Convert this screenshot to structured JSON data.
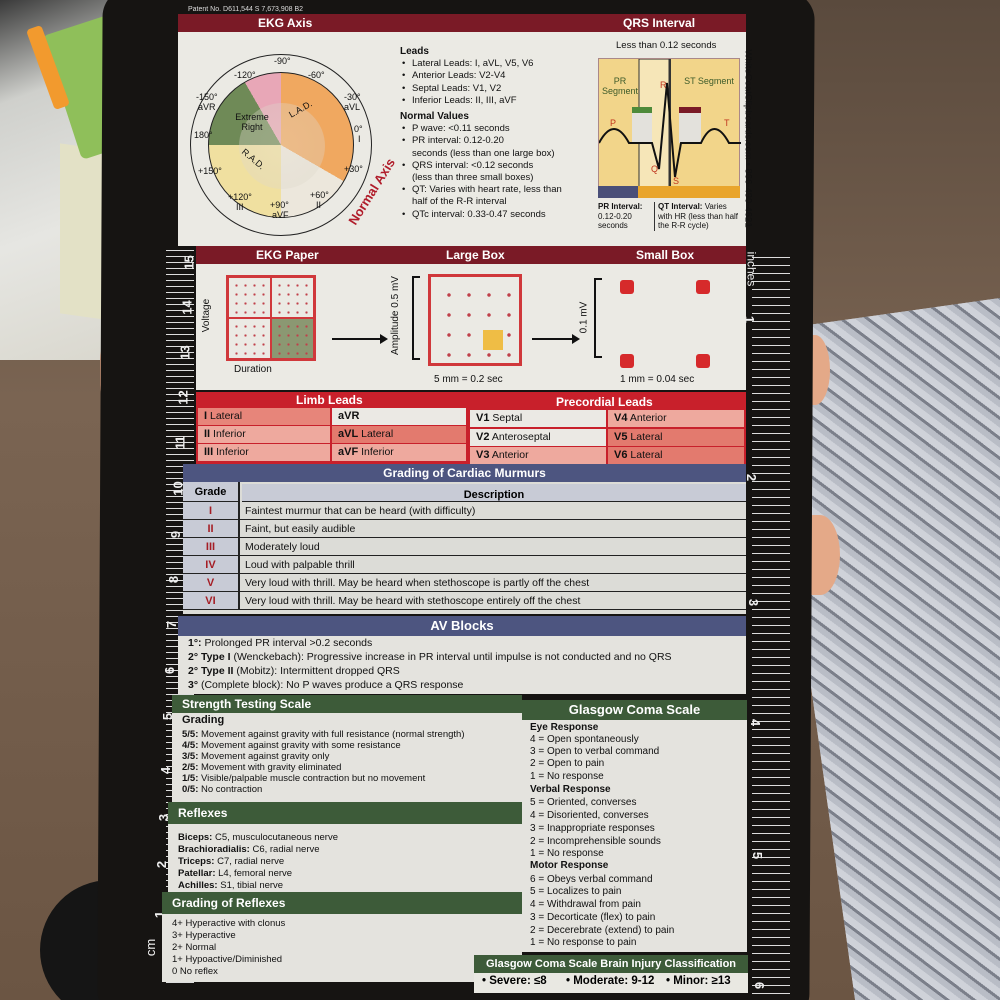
{
  "card": {
    "patent": "Patent No. D611,544 S 7,673,908 B2",
    "site_vertical": "WhiteCoatClipboards.com • 866-490-4621"
  },
  "ruler_left": {
    "unit": "cm",
    "labels": [
      "15",
      "14",
      "13",
      "12",
      "11",
      "10",
      "9",
      "8",
      "7",
      "6",
      "5",
      "4",
      "3",
      "2",
      "1"
    ]
  },
  "ruler_right": {
    "unit": "inches",
    "labels": [
      "1",
      "2",
      "3",
      "4",
      "5",
      "6"
    ]
  },
  "ekg_axis": {
    "title": "EKG Axis",
    "degrees": [
      {
        "label": "-90°"
      },
      {
        "label": "-120°"
      },
      {
        "label": "-60°"
      },
      {
        "label": "-150°",
        "lead": "aVR"
      },
      {
        "label": "-30°",
        "lead": "aVL"
      },
      {
        "label": "180°"
      },
      {
        "label": "0°",
        "lead": "I"
      },
      {
        "label": "+150°"
      },
      {
        "label": "+30°"
      },
      {
        "label": "+120°",
        "lead": "III"
      },
      {
        "label": "+60°",
        "lead": "II"
      },
      {
        "label": "+90°",
        "lead": "aVF"
      }
    ],
    "regions": [
      "Extreme Right",
      "L.A.D.",
      "R.A.D."
    ],
    "normal_axis_label": "Normal Axis",
    "colors": {
      "extreme_right": "#6f8a57",
      "lad": "#e8a7b7",
      "rad": "#f0e0a0",
      "normal": "#f0a860"
    },
    "leads_heading": "Leads",
    "leads": [
      "Lateral Leads: I, aVL, V5, V6",
      "Anterior Leads: V2-V4",
      "Septal Leads: V1, V2",
      "Inferior Leads: II, III, aVF"
    ],
    "normal_heading": "Normal Values",
    "normal_values": [
      "P wave: <0.11 seconds",
      "PR interval: 0.12-0.20",
      "seconds (less than one large box)",
      "QRS interval: <0.12 seconds",
      "(less than three small boxes)",
      "QT: Varies with heart rate, less than",
      "half of the R-R interval",
      "QTc interval: 0.33-0.47 seconds"
    ]
  },
  "qrs_interval": {
    "title": "QRS Interval",
    "top_label": "Less than 0.12 seconds",
    "pr_segment": "PR Segment",
    "st_segment": "ST Segment",
    "waves": [
      "P",
      "Q",
      "R",
      "S",
      "T"
    ],
    "pr_interval_label": "PR Interval:",
    "pr_interval_value": "0.12-0.20 seconds",
    "qt_interval_label": "QT Interval:",
    "qt_interval_value": "Varies with HR (less than half the R-R cycle)"
  },
  "ekg_paper": {
    "title": "EKG Paper",
    "voltage": "Voltage",
    "duration": "Duration",
    "large_title": "Large Box",
    "amplitude": "Amplitude 0.5 mV",
    "large_scale": "5 mm = 0.2 sec",
    "small_title": "Small Box",
    "small_amp": "0.1 mV",
    "small_scale": "1 mm = 0.04 sec"
  },
  "limb_leads": {
    "title": "Limb Leads",
    "rows": [
      {
        "a": "I",
        "a_desc": "Lateral",
        "b": "aVR",
        "b_desc": ""
      },
      {
        "a": "II",
        "a_desc": "Inferior",
        "b": "aVL",
        "b_desc": "Lateral"
      },
      {
        "a": "III",
        "a_desc": "Inferior",
        "b": "aVF",
        "b_desc": "Inferior"
      }
    ]
  },
  "precordial_leads": {
    "title": "Precordial Leads",
    "rows": [
      {
        "a": "V1",
        "a_desc": "Septal",
        "b": "V4",
        "b_desc": "Anterior"
      },
      {
        "a": "V2",
        "a_desc": "Anteroseptal",
        "b": "V5",
        "b_desc": "Lateral"
      },
      {
        "a": "V3",
        "a_desc": "Anterior",
        "b": "V6",
        "b_desc": "Lateral"
      }
    ]
  },
  "murmurs": {
    "title": "Grading of Cardiac Murmurs",
    "col_grade": "Grade",
    "col_desc": "Description",
    "rows": [
      {
        "grade": "I",
        "desc": "Faintest murmur that can be heard (with difficulty)"
      },
      {
        "grade": "II",
        "desc": "Faint, but easily audible"
      },
      {
        "grade": "III",
        "desc": "Moderately loud"
      },
      {
        "grade": "IV",
        "desc": "Loud with palpable thrill"
      },
      {
        "grade": "V",
        "desc": "Very loud with thrill. May be heard when stethoscope is partly off the chest"
      },
      {
        "grade": "VI",
        "desc": "Very loud with thrill. May be heard with stethoscope entirely off the chest"
      }
    ]
  },
  "av_blocks": {
    "title": "AV Blocks",
    "rows": [
      {
        "label": "1°:",
        "text": " Prolonged PR interval >0.2 seconds"
      },
      {
        "label": "2° Type I",
        "text": " (Wenckebach): Progressive increase in PR interval until impulse is not conducted and no QRS"
      },
      {
        "label": "2° Type II",
        "text": " (Mobitz): Intermittent dropped QRS"
      },
      {
        "label": "3°",
        "text": " (Complete block): No P waves produce a QRS response"
      }
    ]
  },
  "strength": {
    "title": "Strength Testing Scale",
    "subheading": "Grading",
    "rows": [
      {
        "label": "5/5:",
        "text": " Movement against gravity with full resistance (normal strength)"
      },
      {
        "label": "4/5:",
        "text": " Movement against gravity with some resistance"
      },
      {
        "label": "3/5:",
        "text": " Movement against gravity only"
      },
      {
        "label": "2/5:",
        "text": " Movement with gravity eliminated"
      },
      {
        "label": "1/5:",
        "text": " Visible/palpable muscle contraction but no movement"
      },
      {
        "label": "0/5:",
        "text": " No contraction"
      }
    ]
  },
  "reflexes": {
    "title": "Reflexes",
    "rows": [
      {
        "label": "Biceps:",
        "text": " C5, musculocutaneous nerve"
      },
      {
        "label": "Brachioradialis:",
        "text": " C6, radial nerve"
      },
      {
        "label": "Triceps:",
        "text": " C7, radial nerve"
      },
      {
        "label": "Patellar:",
        "text": " L4, femoral nerve"
      },
      {
        "label": "Achilles:",
        "text": " S1, tibial nerve"
      }
    ]
  },
  "reflex_grading": {
    "title": "Grading of Reflexes",
    "rows": [
      "4+ Hyperactive with clonus",
      "3+ Hyperactive",
      "2+ Normal",
      "1+ Hypoactive/Diminished",
      "0  No reflex"
    ]
  },
  "gcs": {
    "title": "Glasgow Coma Scale",
    "eye_heading": "Eye Response",
    "eye": [
      "4 = Open spontaneously",
      "3 = Open to verbal command",
      "2 = Open to pain",
      "1 = No response"
    ],
    "verbal_heading": "Verbal Response",
    "verbal": [
      "5 = Oriented, converses",
      "4 = Disoriented, converses",
      "3 = Inappropriate responses",
      "2 = Incomprehensible sounds",
      "1 = No response"
    ],
    "motor_heading": "Motor Response",
    "motor": [
      "6 = Obeys verbal command",
      "5 = Localizes to pain",
      "4 = Withdrawal from pain",
      "3 = Decorticate (flex) to pain",
      "2 = Decerebrate (extend) to pain",
      "1 = No response to pain"
    ]
  },
  "gcs_classification": {
    "title": "Glasgow Coma Scale Brain Injury Classification",
    "severe": "• Severe: ≤8",
    "moderate": "• Moderate: 9-12",
    "minor": "• Minor: ≥13"
  },
  "colors": {
    "maroon": "#7a1a26",
    "red": "#c8202b",
    "blue": "#4d5580",
    "green": "#3d5b39",
    "card_bg": "#ebeae4"
  }
}
